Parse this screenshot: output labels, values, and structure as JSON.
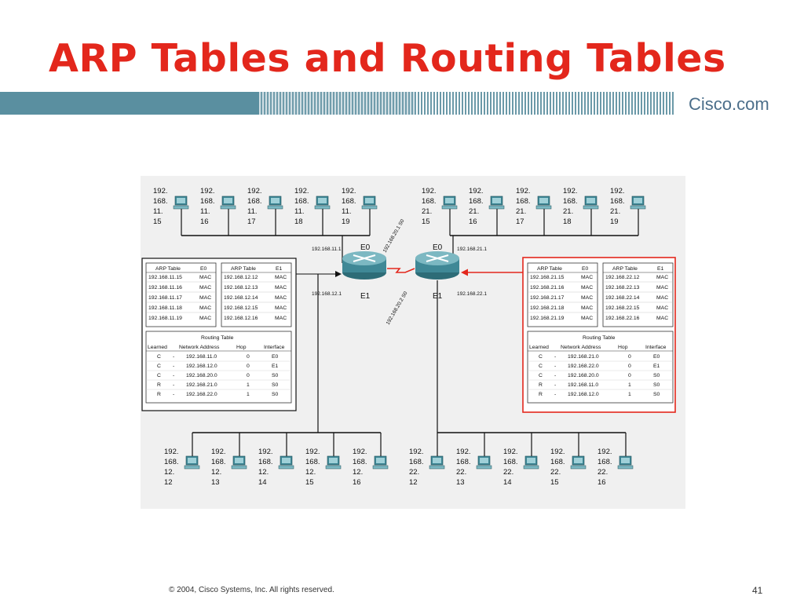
{
  "slide": {
    "title": "ARP Tables and Routing Tables",
    "brand": "Cisco.com",
    "footer": "© 2004, Cisco Systems, Inc. All rights reserved.",
    "page_number": "41",
    "colors": {
      "title": "#e3271c",
      "bar": "#5a8fa0",
      "highlight": "#e3271c"
    }
  },
  "diagram": {
    "hosts_top_left": [
      [
        "192.",
        "168.",
        "11.",
        "15"
      ],
      [
        "192.",
        "168.",
        "11.",
        "16"
      ],
      [
        "192.",
        "168.",
        "11.",
        "17"
      ],
      [
        "192.",
        "168.",
        "11.",
        "18"
      ],
      [
        "192.",
        "168.",
        "11.",
        "19"
      ]
    ],
    "hosts_top_right": [
      [
        "192.",
        "168.",
        "21.",
        "15"
      ],
      [
        "192.",
        "168.",
        "21.",
        "16"
      ],
      [
        "192.",
        "168.",
        "21.",
        "17"
      ],
      [
        "192.",
        "168.",
        "21.",
        "18"
      ],
      [
        "192.",
        "168.",
        "21.",
        "19"
      ]
    ],
    "hosts_bottom_left": [
      [
        "192.",
        "168.",
        "12.",
        "12"
      ],
      [
        "192.",
        "168.",
        "12.",
        "13"
      ],
      [
        "192.",
        "168.",
        "12.",
        "14"
      ],
      [
        "192.",
        "168.",
        "12.",
        "15"
      ],
      [
        "192.",
        "168.",
        "12.",
        "16"
      ]
    ],
    "hosts_bottom_right": [
      [
        "192.",
        "168.",
        "22.",
        "12"
      ],
      [
        "192.",
        "168.",
        "22.",
        "13"
      ],
      [
        "192.",
        "168.",
        "22.",
        "14"
      ],
      [
        "192.",
        "168.",
        "22.",
        "15"
      ],
      [
        "192.",
        "168.",
        "22.",
        "16"
      ]
    ],
    "router_left": {
      "e0": "E0",
      "e1": "E1",
      "e0_ip": "192.168.11.1",
      "e1_ip": "192.168.12.1"
    },
    "router_right": {
      "e0": "E0",
      "e1": "E1",
      "e0_ip": "192.168.21.1",
      "e1_ip": "192.168.22.1"
    },
    "serial_top": "192.168.20.1 S0",
    "serial_bottom": "192.168.20.2 S0",
    "left_tables": {
      "arp_e0": {
        "title": "ARP Table",
        "iface": "E0",
        "rows": [
          [
            "192.168.11.15",
            "MAC"
          ],
          [
            "192.168.11.16",
            "MAC"
          ],
          [
            "192.168.11.17",
            "MAC"
          ],
          [
            "192.168.11.18",
            "MAC"
          ],
          [
            "192.168.11.19",
            "MAC"
          ]
        ]
      },
      "arp_e1": {
        "title": "ARP Table",
        "iface": "E1",
        "rows": [
          [
            "192.168.12.12",
            "MAC"
          ],
          [
            "192.168.12.13",
            "MAC"
          ],
          [
            "192.168.12.14",
            "MAC"
          ],
          [
            "192.168.12.15",
            "MAC"
          ],
          [
            "192.168.12.16",
            "MAC"
          ]
        ]
      },
      "routing": {
        "title": "Routing Table",
        "headers": [
          "Learned",
          "Network Address",
          "Hop",
          "Interface"
        ],
        "rows": [
          [
            "C",
            "-",
            "192.168.11.0",
            "0",
            "E0"
          ],
          [
            "C",
            "-",
            "192.168.12.0",
            "0",
            "E1"
          ],
          [
            "C",
            "-",
            "192.168.20.0",
            "0",
            "S0"
          ],
          [
            "R",
            "-",
            "192.168.21.0",
            "1",
            "S0"
          ],
          [
            "R",
            "-",
            "192.168.22.0",
            "1",
            "S0"
          ]
        ]
      }
    },
    "right_tables": {
      "arp_e0": {
        "title": "ARP Table",
        "iface": "E0",
        "rows": [
          [
            "192.168.21.15",
            "MAC"
          ],
          [
            "192.168.21.16",
            "MAC"
          ],
          [
            "192.168.21.17",
            "MAC"
          ],
          [
            "192.168.21.18",
            "MAC"
          ],
          [
            "192.168.21.19",
            "MAC"
          ]
        ]
      },
      "arp_e1": {
        "title": "ARP Table",
        "iface": "E1",
        "rows": [
          [
            "192.168.22.12",
            "MAC"
          ],
          [
            "192.168.22.13",
            "MAC"
          ],
          [
            "192.168.22.14",
            "MAC"
          ],
          [
            "192.168.22.15",
            "MAC"
          ],
          [
            "192.168.22.16",
            "MAC"
          ]
        ]
      },
      "routing": {
        "title": "Routing Table",
        "headers": [
          "Learned",
          "Network Address",
          "Hop",
          "Interface"
        ],
        "rows": [
          [
            "C",
            "-",
            "192.168.21.0",
            "0",
            "E0"
          ],
          [
            "C",
            "-",
            "192.168.22.0",
            "0",
            "E1"
          ],
          [
            "C",
            "-",
            "192.168.20.0",
            "0",
            "S0"
          ],
          [
            "R",
            "-",
            "192.168.11.0",
            "1",
            "S0"
          ],
          [
            "R",
            "-",
            "192.168.12.0",
            "1",
            "S0"
          ]
        ]
      }
    }
  }
}
